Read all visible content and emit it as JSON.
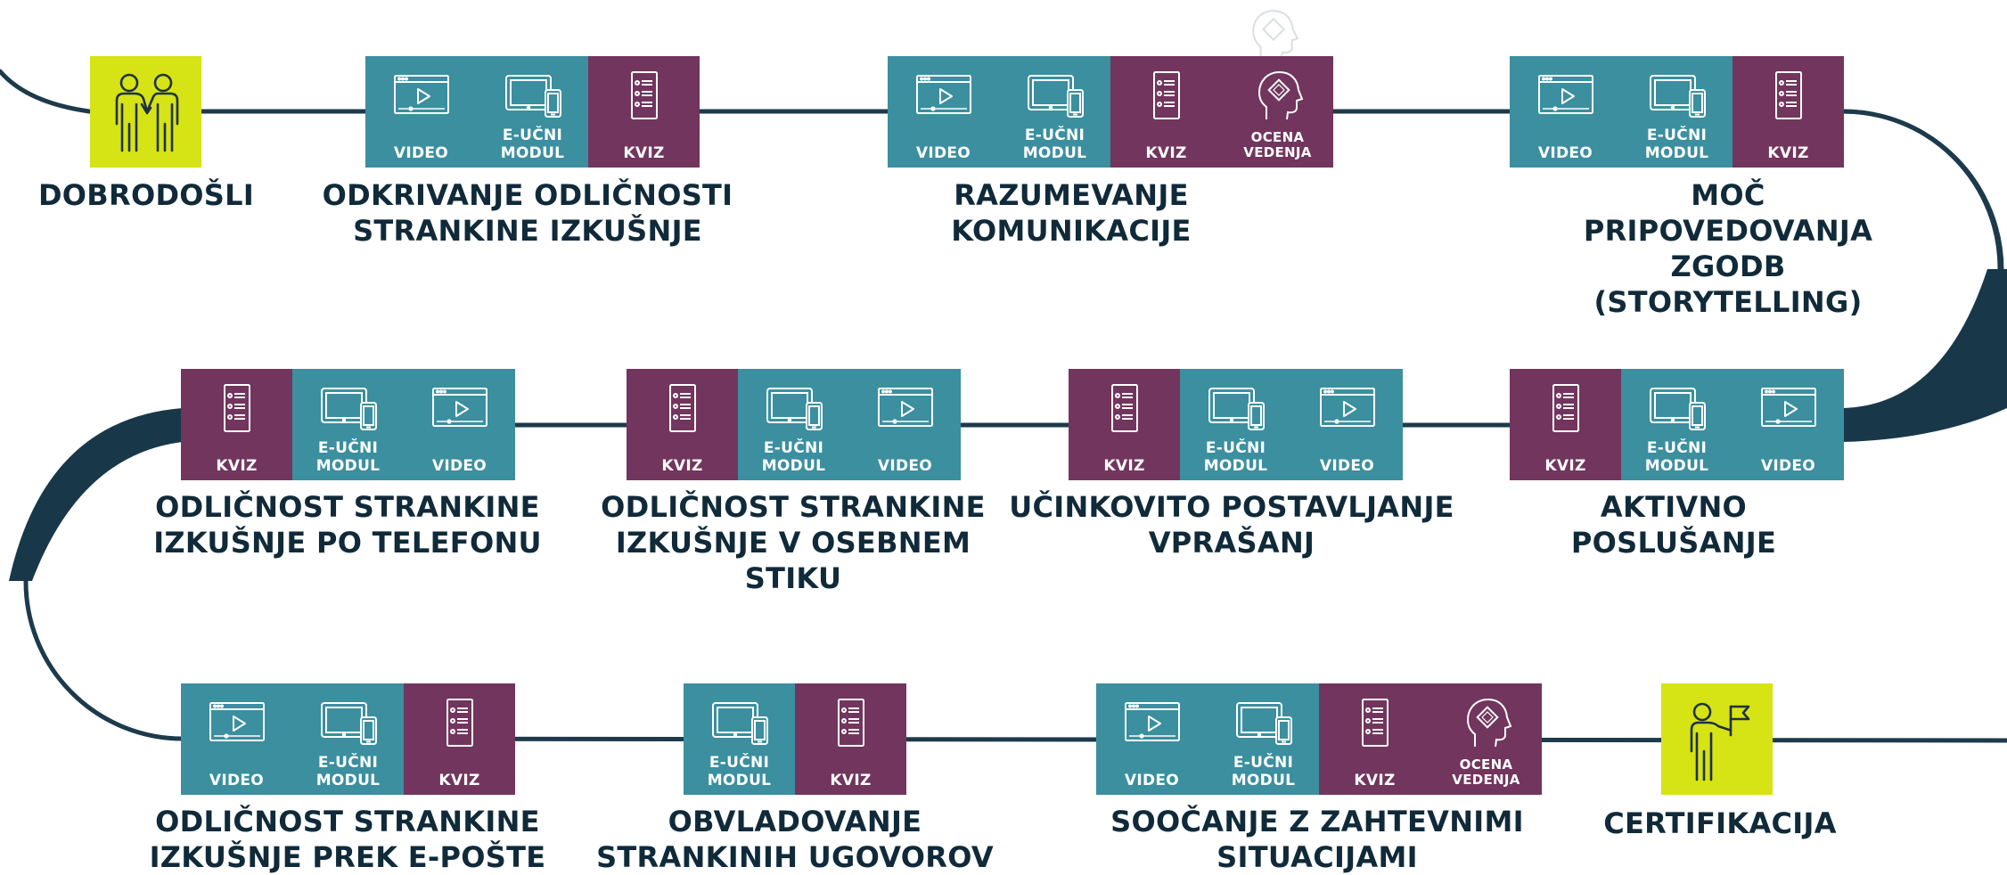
{
  "colors": {
    "teal": "#3b8f9f",
    "plum": "#72355d",
    "lime": "#d6e314",
    "navy": "#102a3a"
  },
  "labels": {
    "video": "VIDEO",
    "elearning": "E-UČNI\nMODUL",
    "quiz": "KVIZ",
    "assessment": "OCENA\nVEDENJA"
  },
  "icons": {
    "video": "video-player-icon",
    "elearning": "tablet-phone-icon",
    "quiz": "quiz-list-icon",
    "assessment": "head-puzzle-icon",
    "welcome": "people-handshake-icon",
    "certification": "person-flag-icon"
  },
  "steps": [
    {
      "title": "DOBRODOŠLI"
    },
    {
      "title": "ODKRIVANJE ODLIČNOSTI\nSTRANKINE IZKUŠNJE"
    },
    {
      "title": "RAZUMEVANJE\nKOMUNIKACIJE"
    },
    {
      "title": "MOČ PRIPOVEDOVANJA\nZGODB (STORYTELLING)"
    },
    {
      "title": "ODLIČNOST STRANKINE\nIZKUŠNJE PO TELEFONU"
    },
    {
      "title": "ODLIČNOST STRANKINE\nIZKUŠNJE V OSEBNEM\nSTIKU"
    },
    {
      "title": "UČINKOVITO POSTAVLJANJE\nVPRAŠANJ"
    },
    {
      "title": "AKTIVNO\nPOSLUŠANJE"
    },
    {
      "title": "ODLIČNOST STRANKINE\nIZKUŠNJE PREK E-POŠTE"
    },
    {
      "title": "OBVLADOVANJE\nSTRANKINIH UGOVOROV"
    },
    {
      "title": "SOOČANJE Z ZAHTEVNIMI\nSITUACIJAMI"
    },
    {
      "title": "CERTIFIKACIJA"
    }
  ]
}
